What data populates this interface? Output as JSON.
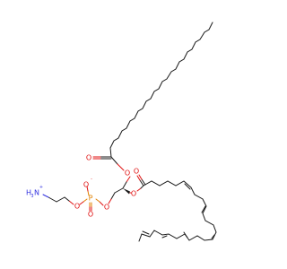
{
  "molecule": {
    "atoms": {
      "oxygen_symbol": "O",
      "phosphorus_symbol": "P",
      "nitrogen_symbol": "N",
      "hydrogen_symbol": "H",
      "subscript_3": "3",
      "minus_charge": "-",
      "plus_charge": "+"
    },
    "colors": {
      "bond": "#1a1a1a",
      "oxygen": "#e01010",
      "phosphorus": "#e08000",
      "nitrogen": "#3030e0"
    }
  }
}
